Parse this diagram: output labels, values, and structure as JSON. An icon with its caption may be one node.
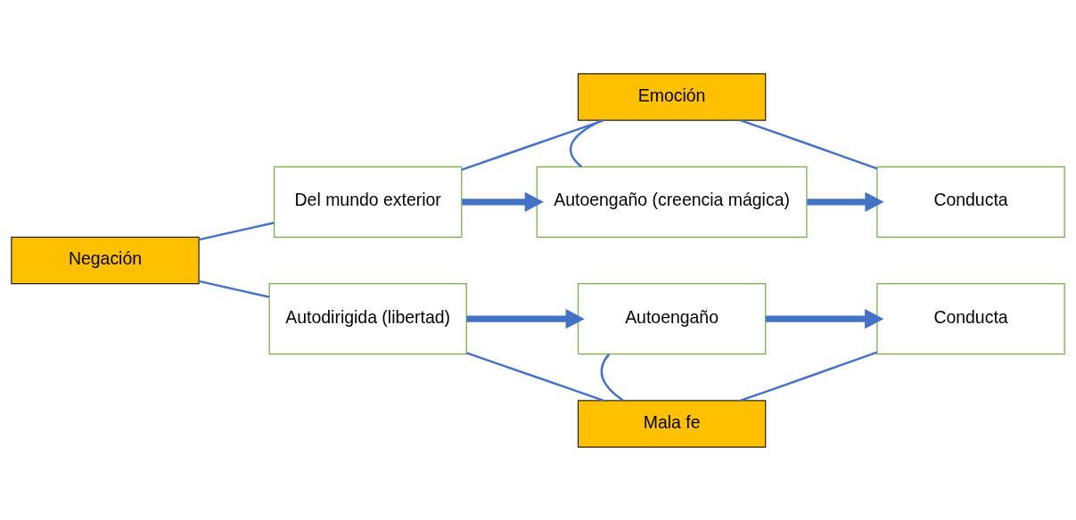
{
  "diagram": {
    "nodes": [
      {
        "text": [
          "Emoción"
        ]
      },
      {
        "text": [
          "Negación"
        ]
      },
      {
        "text": [
          "Del mundo exterior"
        ]
      },
      {
        "text": [
          "Autoengaño (creencia mágica)"
        ]
      },
      {
        "text": [
          "Conducta"
        ]
      },
      {
        "text": [
          "Autodirigida (libertad)"
        ]
      },
      {
        "text": [
          "Autoengaño"
        ]
      },
      {
        "text": [
          "Conducta"
        ]
      },
      {
        "text": [
          "Mala fe"
        ]
      }
    ],
    "edges": [
      {
        "from": 0,
        "to": 2,
        "arrow": "none"
      },
      {
        "from": 0,
        "to": 3,
        "arrow": "none"
      },
      {
        "from": 0,
        "to": 4,
        "arrow": "none"
      },
      {
        "from": 1,
        "to": 2,
        "arrow": "none"
      },
      {
        "from": 1,
        "to": 5,
        "arrow": "none"
      },
      {
        "from": 2,
        "to": 3,
        "arrow": "to",
        "style": "thick"
      },
      {
        "from": 3,
        "to": 4,
        "arrow": "to",
        "style": "thick"
      },
      {
        "from": 5,
        "to": 6,
        "arrow": "to",
        "style": "thick"
      },
      {
        "from": 6,
        "to": 7,
        "arrow": "to",
        "style": "thick"
      },
      {
        "from": 8,
        "to": 5,
        "arrow": "none"
      },
      {
        "from": 8,
        "to": 6,
        "arrow": "none"
      },
      {
        "from": 8,
        "to": 7,
        "arrow": "none"
      }
    ]
  }
}
